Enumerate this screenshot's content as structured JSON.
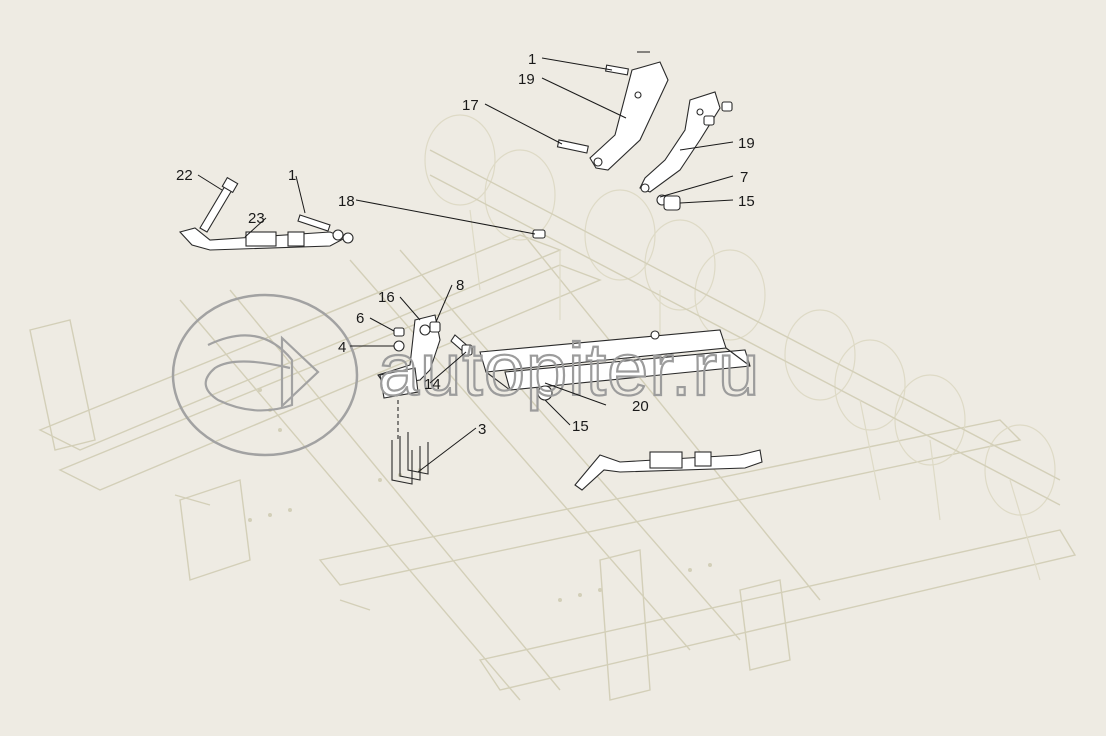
{
  "watermark": {
    "text": "autopiter.ru",
    "logo_icon": "autopiter-logo-icon"
  },
  "callouts": [
    {
      "id": "c1-top",
      "label": "1"
    },
    {
      "id": "c19-top",
      "label": "19"
    },
    {
      "id": "c17",
      "label": "17"
    },
    {
      "id": "c19-right",
      "label": "19"
    },
    {
      "id": "c7",
      "label": "7"
    },
    {
      "id": "c15-top",
      "label": "15"
    },
    {
      "id": "c22",
      "label": "22"
    },
    {
      "id": "c1-left",
      "label": "1"
    },
    {
      "id": "c23",
      "label": "23"
    },
    {
      "id": "c18",
      "label": "18"
    },
    {
      "id": "c16",
      "label": "16"
    },
    {
      "id": "c8",
      "label": "8"
    },
    {
      "id": "c6",
      "label": "6"
    },
    {
      "id": "c4",
      "label": "4"
    },
    {
      "id": "c14",
      "label": "14"
    },
    {
      "id": "c20",
      "label": "20"
    },
    {
      "id": "c15-bottom",
      "label": "15"
    },
    {
      "id": "c3",
      "label": "3"
    }
  ],
  "colors": {
    "background": "#eeebe3",
    "frame_lines": "#d3cfb8",
    "part_lines": "#2a2a2a",
    "watermark": "#9c9c9c"
  }
}
